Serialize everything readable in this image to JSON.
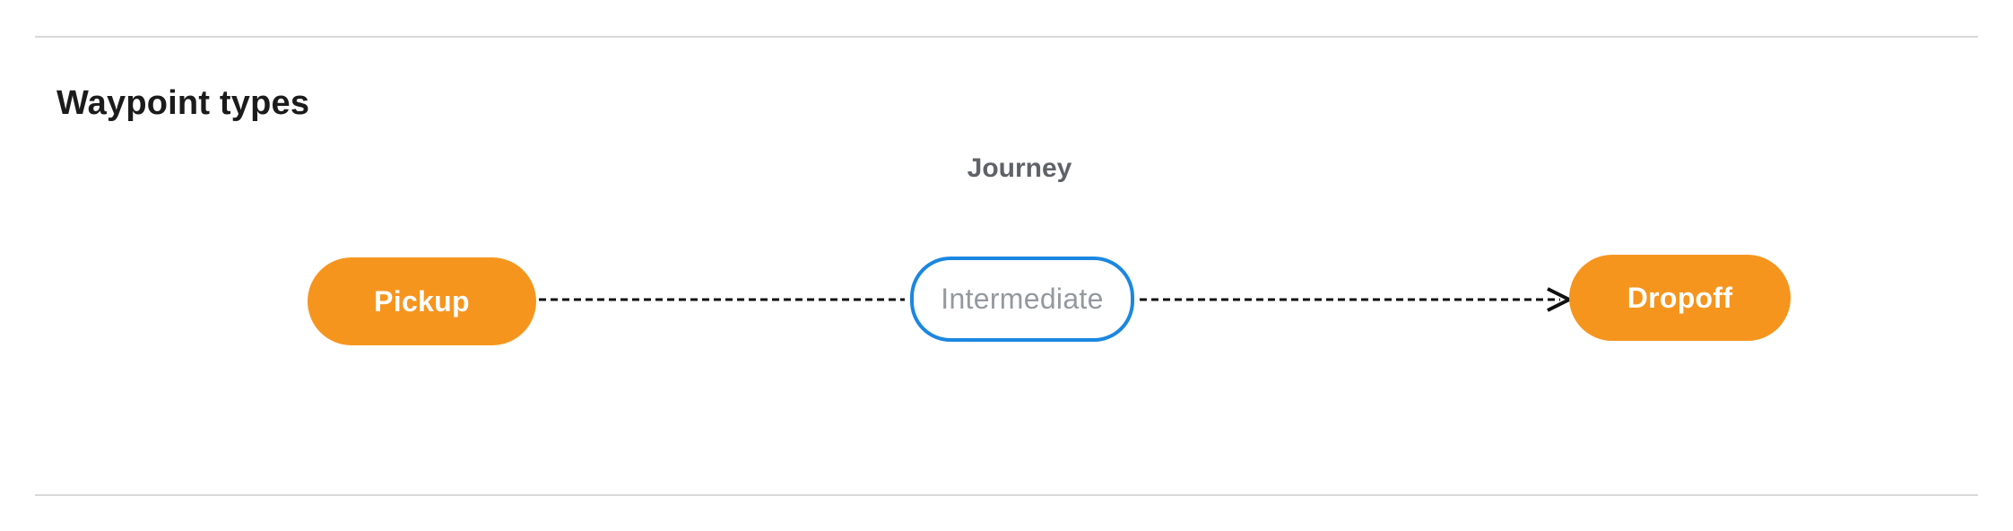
{
  "section": {
    "title": "Waypoint types"
  },
  "diagram": {
    "title": "Journey",
    "nodes": [
      {
        "id": "pickup",
        "label": "Pickup",
        "kind": "terminal"
      },
      {
        "id": "intermediate",
        "label": "Intermediate",
        "kind": "intermediate"
      },
      {
        "id": "dropoff",
        "label": "Dropoff",
        "kind": "terminal"
      }
    ],
    "edges": [
      {
        "from": "pickup",
        "to": "intermediate",
        "style": "dashed",
        "arrowhead": false
      },
      {
        "from": "intermediate",
        "to": "dropoff",
        "style": "dashed",
        "arrowhead": true
      }
    ],
    "colors": {
      "terminal_fill": "#F6951E",
      "terminal_text": "#FFFFFF",
      "intermediate_fill": "#FFFFFF",
      "intermediate_border": "#1B87E0",
      "intermediate_text": "#94999E",
      "edge_stroke": "#111111",
      "diagram_title_text": "#5F6368",
      "section_title_text": "#1B1B1B",
      "divider": "#D9D9D9"
    }
  }
}
